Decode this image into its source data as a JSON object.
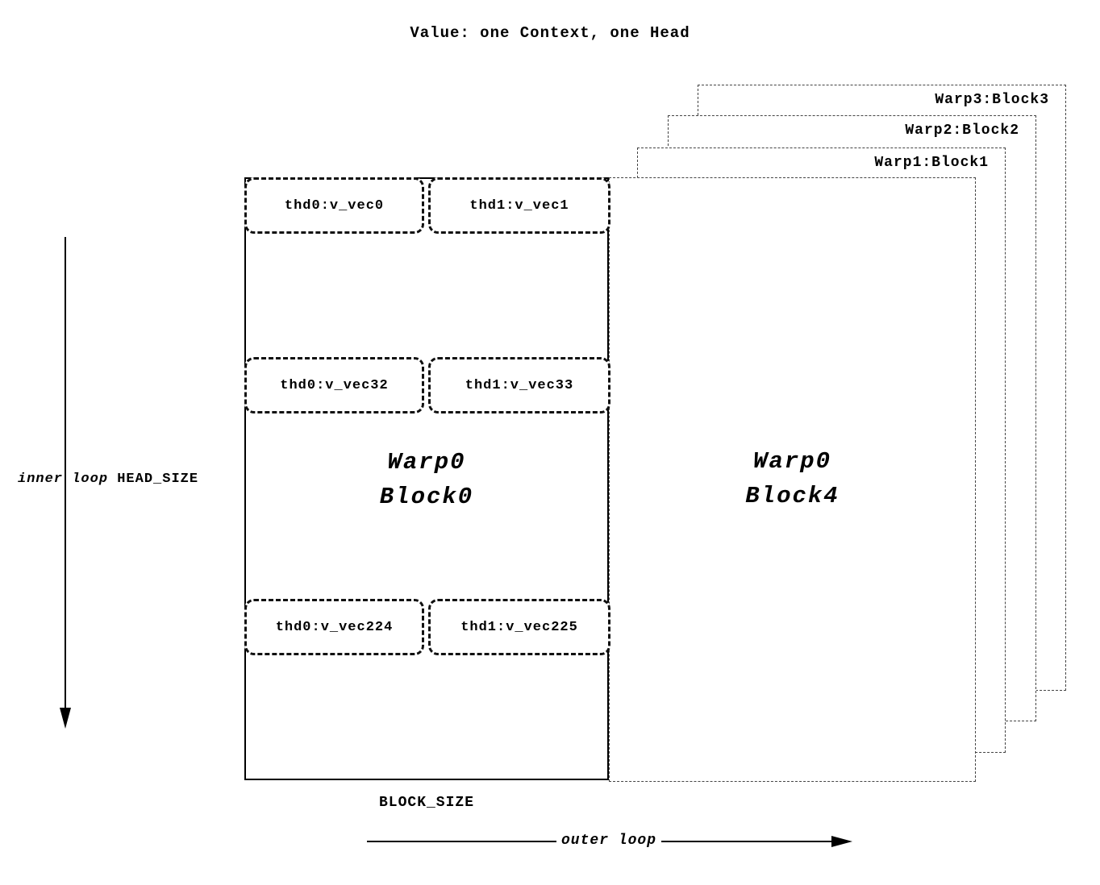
{
  "title": "Value: one Context, one Head",
  "stacked_blocks": [
    {
      "label": "Warp3:Block3"
    },
    {
      "label": "Warp2:Block2"
    },
    {
      "label": "Warp1:Block1"
    }
  ],
  "block0": {
    "name_line1": "Warp0",
    "name_line2": "Block0",
    "rows": [
      {
        "cells": [
          "thd0:v_vec0",
          "thd1:v_vec1"
        ]
      },
      {
        "cells": [
          "thd0:v_vec32",
          "thd1:v_vec33"
        ]
      },
      {
        "cells": [
          "thd0:v_vec224",
          "thd1:v_vec225"
        ]
      }
    ]
  },
  "block4": {
    "name_line1": "Warp0",
    "name_line2": "Block4"
  },
  "labels": {
    "inner_loop": "inner loop",
    "head_size": "HEAD_SIZE",
    "block_size": "BLOCK_SIZE",
    "outer_loop": "outer loop"
  },
  "colors": {
    "line": "#000000",
    "background": "#ffffff"
  }
}
